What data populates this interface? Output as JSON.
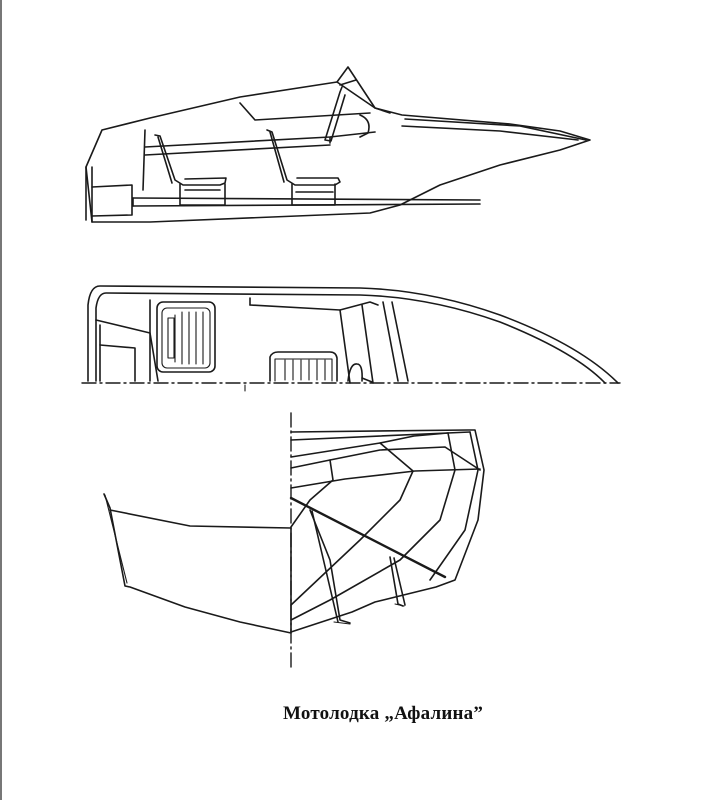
{
  "page": {
    "caption": "Мотолодка „Афалина”",
    "figures": [
      {
        "id": "side-view",
        "description": "side profile of motorboat with seats and windshield"
      },
      {
        "id": "top-view",
        "description": "plan/longitudinal section with deck, seats and windshield"
      },
      {
        "id": "body-plan",
        "description": "transom and frame sections body plan"
      }
    ]
  }
}
